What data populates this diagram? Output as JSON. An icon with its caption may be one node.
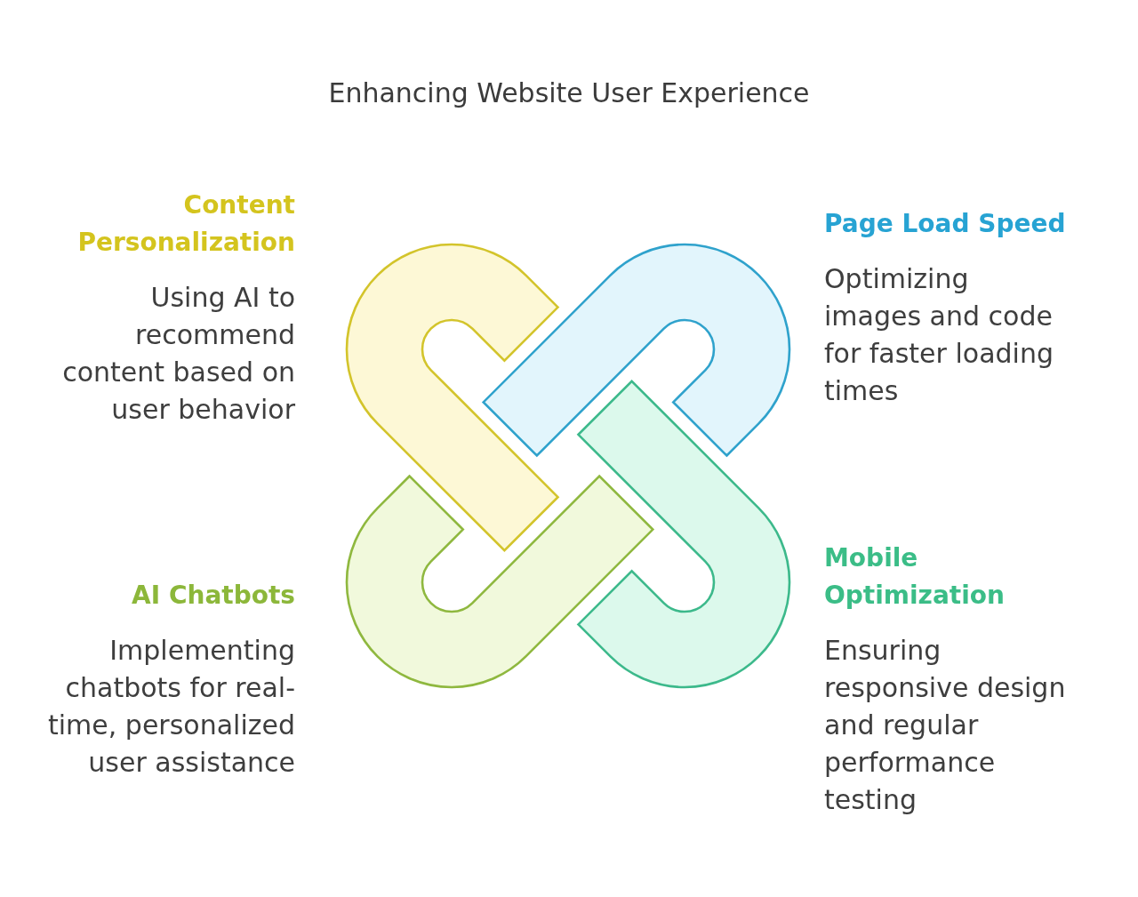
{
  "diagram": {
    "title": "Enhancing Website User Experience",
    "nodes": [
      {
        "text": [
          "Content Personalization",
          "Using AI to recommend content based on user behavior"
        ]
      },
      {
        "text": [
          "Page Load Speed",
          "Optimizing images and code for faster loading times"
        ]
      },
      {
        "text": [
          "AI Chatbots",
          "Implementing chatbots for real-time, personalized user assistance"
        ]
      },
      {
        "text": [
          "Mobile Optimization",
          "Ensuring responsive design and regular performance testing"
        ]
      }
    ]
  }
}
